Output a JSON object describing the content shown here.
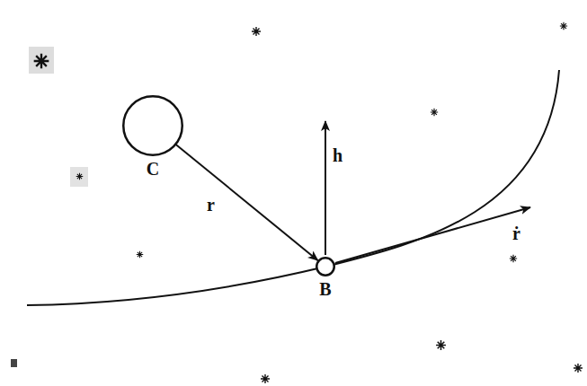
{
  "diagram": {
    "nodes": [
      {
        "text": [
          "C"
        ]
      },
      {
        "text": [
          "B"
        ]
      }
    ],
    "edges": [
      {
        "from": 0,
        "to": 1,
        "arrow": "to",
        "label": "r"
      }
    ],
    "labels": [
      "h",
      "ṙ"
    ]
  }
}
